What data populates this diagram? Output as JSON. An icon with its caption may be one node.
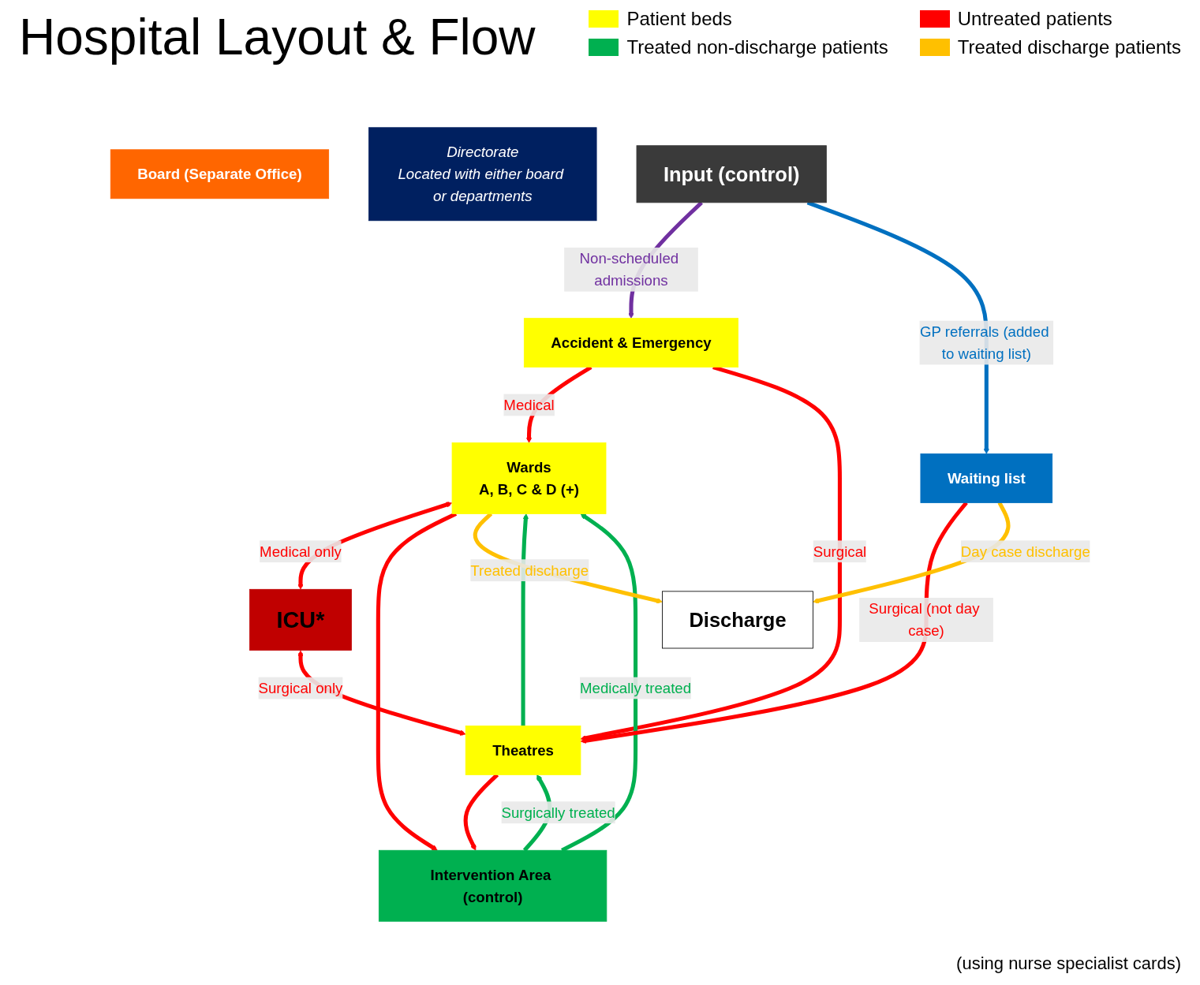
{
  "diagram": {
    "title": "Hospital Layout & Flow",
    "nodes": [
      {
        "text": [
          "Wards",
          "A, B, C & D (+)"
        ]
      },
      {
        "text": [
          "Board (Separate Office)"
        ]
      },
      {
        "text": [
          "ICU*"
        ]
      },
      {
        "text": [
          "Intervention Area (control)"
        ]
      },
      {
        "text": [
          "Discharge"
        ]
      },
      {
        "text": [
          "Directorate",
          "Located with either board or departments"
        ]
      },
      {
        "text": [
          "Accident & Emergency"
        ]
      },
      {
        "text": [
          "Theatres"
        ]
      },
      {
        "text": [
          "Waiting list"
        ]
      },
      {
        "text": [
          "Input (control)"
        ]
      }
    ],
    "edges": [
      {
        "from": 9,
        "to": 6,
        "arrow": "to",
        "label": "Non-scheduled admissions",
        "color": "#7030a0"
      },
      {
        "from": 9,
        "to": 8,
        "arrow": "to",
        "label": "GP referrals (added to waiting list)",
        "color": "#0070c0"
      },
      {
        "from": 6,
        "to": 0,
        "arrow": "to",
        "label": "Medical"
      },
      {
        "from": 6,
        "to": 7,
        "arrow": "to",
        "label": "Surgical"
      },
      {
        "from": 0,
        "to": 2,
        "arrow": "both",
        "label": "Medical only"
      },
      {
        "from": 2,
        "to": 7,
        "arrow": "both",
        "label": "Surgical only"
      },
      {
        "from": 7,
        "to": 0,
        "arrow": "to",
        "color": "#00b050"
      },
      {
        "from": 0,
        "to": 3,
        "arrow": "to"
      },
      {
        "from": 3,
        "to": 0,
        "arrow": "to",
        "label": "Medically treated",
        "color": "#00b050"
      },
      {
        "from": 7,
        "to": 3,
        "arrow": "to"
      },
      {
        "from": 3,
        "to": 7,
        "arrow": "to",
        "label": "Surgically treated",
        "color": "#00b050"
      },
      {
        "from": 8,
        "to": 7,
        "arrow": "to",
        "label": "Surgical (not day case)"
      },
      {
        "from": 8,
        "to": 4,
        "arrow": "to",
        "label": "Day case discharge",
        "color": "#ffc000"
      },
      {
        "from": 0,
        "to": 4,
        "arrow": "to",
        "label": "Treated discharge",
        "color": "#ffc000"
      }
    ],
    "labels": [
      "(using nurse specialist cards)"
    ],
    "legend": [
      {
        "text": "Patient beds",
        "color": "#ffff00"
      },
      {
        "text": "Untreated patients",
        "color": "#ff0000"
      },
      {
        "text": "Treated non-discharge patients",
        "color": "#00b050"
      },
      {
        "text": "Treated discharge patients",
        "color": "#ffc000"
      }
    ]
  }
}
